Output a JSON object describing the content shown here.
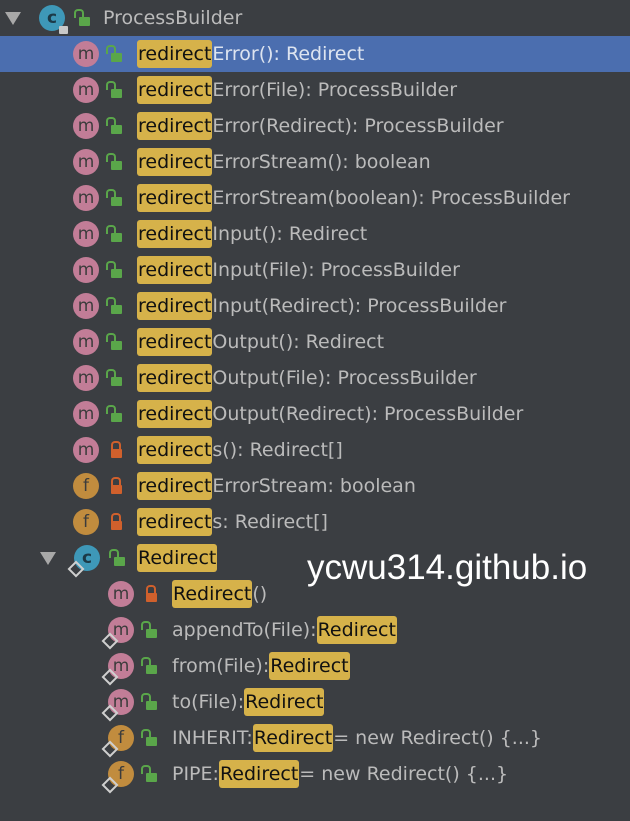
{
  "tree": {
    "root": {
      "label": "ProcessBuilder",
      "kind": "class",
      "expanded": true,
      "visibility": "public"
    },
    "members": [
      {
        "kind": "m",
        "visibility": "public",
        "match": "redirect",
        "rest": "Error(): Redirect",
        "selected": true
      },
      {
        "kind": "m",
        "visibility": "public",
        "match": "redirect",
        "rest": "Error(File): ProcessBuilder"
      },
      {
        "kind": "m",
        "visibility": "public",
        "match": "redirect",
        "rest": "Error(Redirect): ProcessBuilder"
      },
      {
        "kind": "m",
        "visibility": "public",
        "match": "redirect",
        "rest": "ErrorStream(): boolean"
      },
      {
        "kind": "m",
        "visibility": "public",
        "match": "redirect",
        "rest": "ErrorStream(boolean): ProcessBuilder"
      },
      {
        "kind": "m",
        "visibility": "public",
        "match": "redirect",
        "rest": "Input(): Redirect"
      },
      {
        "kind": "m",
        "visibility": "public",
        "match": "redirect",
        "rest": "Input(File): ProcessBuilder"
      },
      {
        "kind": "m",
        "visibility": "public",
        "match": "redirect",
        "rest": "Input(Redirect): ProcessBuilder"
      },
      {
        "kind": "m",
        "visibility": "public",
        "match": "redirect",
        "rest": "Output(): Redirect"
      },
      {
        "kind": "m",
        "visibility": "public",
        "match": "redirect",
        "rest": "Output(File): ProcessBuilder"
      },
      {
        "kind": "m",
        "visibility": "public",
        "match": "redirect",
        "rest": "Output(Redirect): ProcessBuilder"
      },
      {
        "kind": "m",
        "visibility": "private",
        "match": "redirect",
        "rest": "s(): Redirect[]"
      },
      {
        "kind": "f",
        "visibility": "private",
        "match": "redirect",
        "rest": "ErrorStream: boolean"
      },
      {
        "kind": "f",
        "visibility": "private",
        "match": "redirect",
        "rest": "s: Redirect[]"
      }
    ],
    "inner_class": {
      "label": "Redirect",
      "kind": "class",
      "expanded": true,
      "visibility": "public",
      "members": [
        {
          "kind": "m",
          "visibility": "private",
          "pre": "",
          "match": "Redirect",
          "post": "()"
        },
        {
          "kind": "m",
          "visibility": "public",
          "abstract": true,
          "pre": "appendTo(File): ",
          "match": "Redirect",
          "post": ""
        },
        {
          "kind": "m",
          "visibility": "public",
          "abstract": true,
          "pre": "from(File): ",
          "match": "Redirect",
          "post": ""
        },
        {
          "kind": "m",
          "visibility": "public",
          "abstract": true,
          "pre": "to(File): ",
          "match": "Redirect",
          "post": ""
        },
        {
          "kind": "f",
          "visibility": "public",
          "static": true,
          "pre": "INHERIT: ",
          "match": "Redirect",
          "post": " = new Redirect() {...}"
        },
        {
          "kind": "f",
          "visibility": "public",
          "static": true,
          "pre": "PIPE: ",
          "match": "Redirect",
          "post": " = new Redirect() {...}"
        }
      ]
    }
  },
  "icons": {
    "m": "m",
    "f": "f",
    "c": "c"
  },
  "watermark": "ycwu314.github.io",
  "colors": {
    "background": "#3b3e42",
    "selection": "#4b6eaf",
    "match_highlight": "#d6b24a",
    "method_icon": "#c27d97",
    "field_icon": "#c18c3e",
    "class_icon": "#3e98b8",
    "public_lock": "#5aa64a",
    "private_lock": "#d0602c"
  }
}
